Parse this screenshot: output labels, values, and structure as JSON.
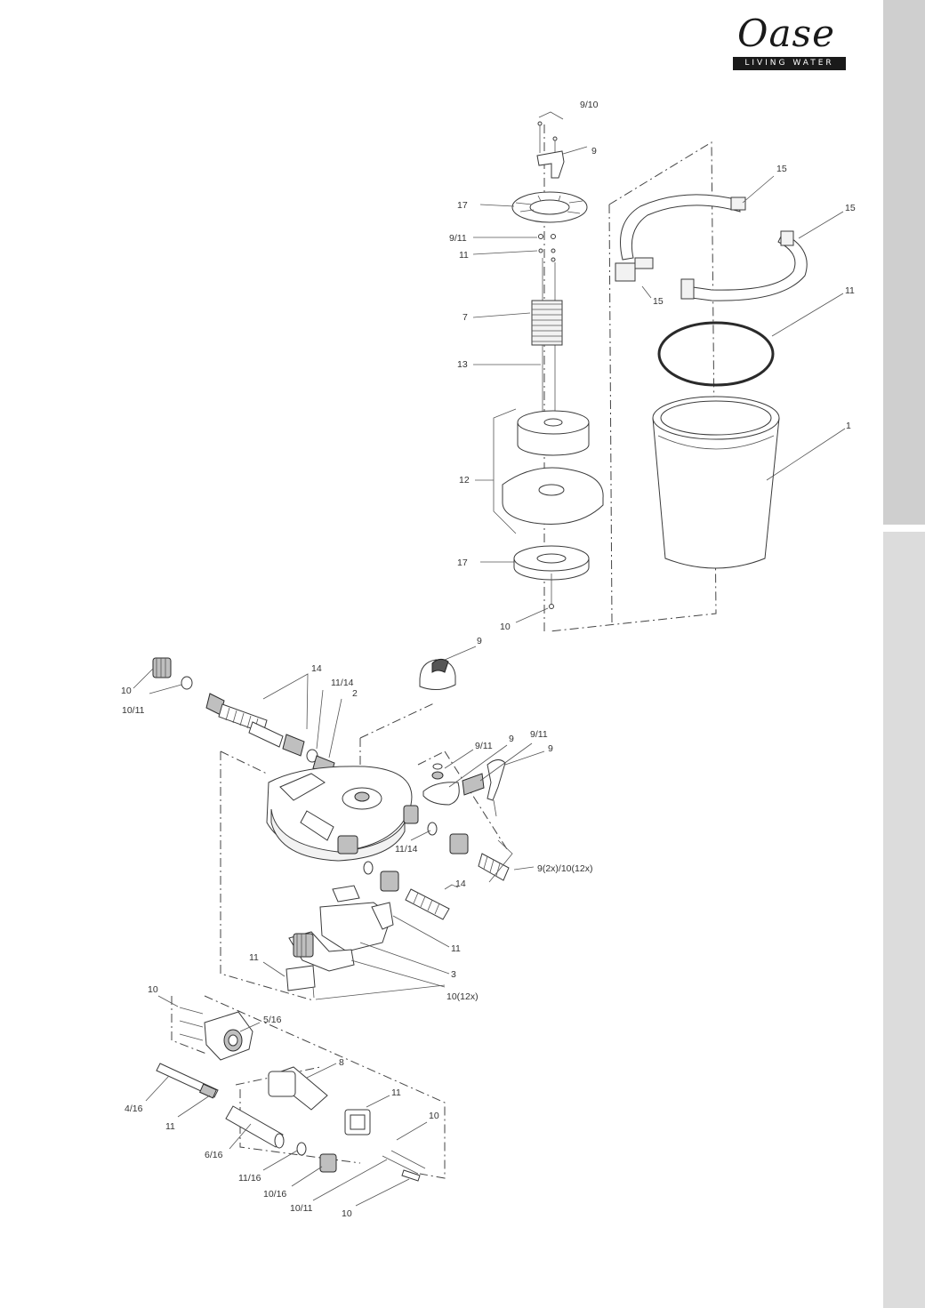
{
  "brand": {
    "name": "Oase",
    "tagline": "LIVING WATER"
  },
  "colors": {
    "side_tab": "#d5d5d5",
    "line": "#444444",
    "text": "#333333"
  },
  "labels": {
    "p9_10_top": "9/10",
    "p9_top": "9",
    "p17_top": "17",
    "p9_11_top": "9/11",
    "p11_top": "11",
    "p7": "7",
    "p13": "13",
    "p12": "12",
    "p17_bottom": "17",
    "p10_mid": "10",
    "p15_a": "15",
    "p15_b": "15",
    "p15_c": "15",
    "p11_ring": "11",
    "p1": "1",
    "p9_knob": "9",
    "p10_left": "10",
    "p10_11_left": "10/11",
    "p14_top": "14",
    "p11_14_top": "11/14",
    "p2": "2",
    "p9_11_a": "9/11",
    "p9_mid": "9",
    "p9_11_b": "9/11",
    "p9_right": "9",
    "p11_14_mid": "11/14",
    "p9x_10x": "9(2x)/10(12x)",
    "p14_mid": "14",
    "p11_mid": "11",
    "p3": "3",
    "p11_left": "11",
    "p10_12x": "10(12x)",
    "p10_housing": "10",
    "p5_16": "5/16",
    "p8": "8",
    "p4_16": "4/16",
    "p11_tube": "11",
    "p11_bracket": "11",
    "p10_bracket": "10",
    "p6_16": "6/16",
    "p11_16": "11/16",
    "p10_16": "10/16",
    "p10_11_bottom": "10/11",
    "p10_bottom": "10"
  }
}
